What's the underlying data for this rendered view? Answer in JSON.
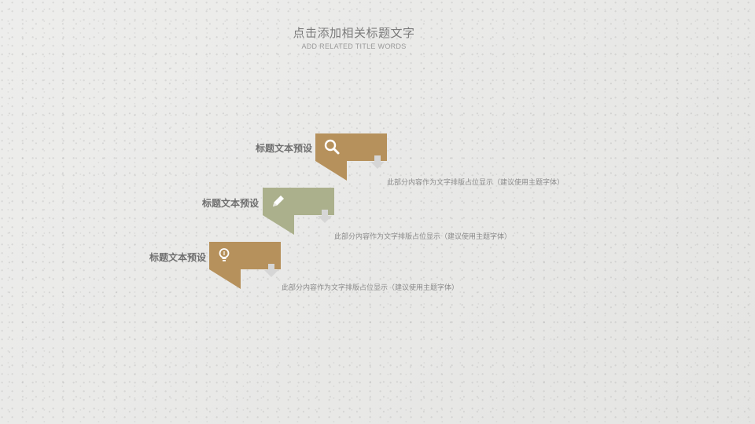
{
  "header": {
    "title": "点击添加相关标题文字",
    "subtitle": "ADD RELATED TITLE WORDS"
  },
  "colors": {
    "brown": "#b6915c",
    "sage": "#abb08c",
    "arrow": "#d6d6d6"
  },
  "steps": [
    {
      "label": "标题文本预设",
      "description": "此部分内容作为文字排版占位显示（建议使用主题字体）",
      "icon": "search-icon",
      "color": "#b6915c"
    },
    {
      "label": "标题文本预设",
      "description": "此部分内容作为文字排版占位显示（建议使用主题字体）",
      "icon": "pencil-icon",
      "color": "#abb08c"
    },
    {
      "label": "标题文本预设",
      "description": "此部分内容作为文字排版占位显示（建议使用主题字体）",
      "icon": "lightbulb-icon",
      "color": "#b6915c"
    }
  ]
}
